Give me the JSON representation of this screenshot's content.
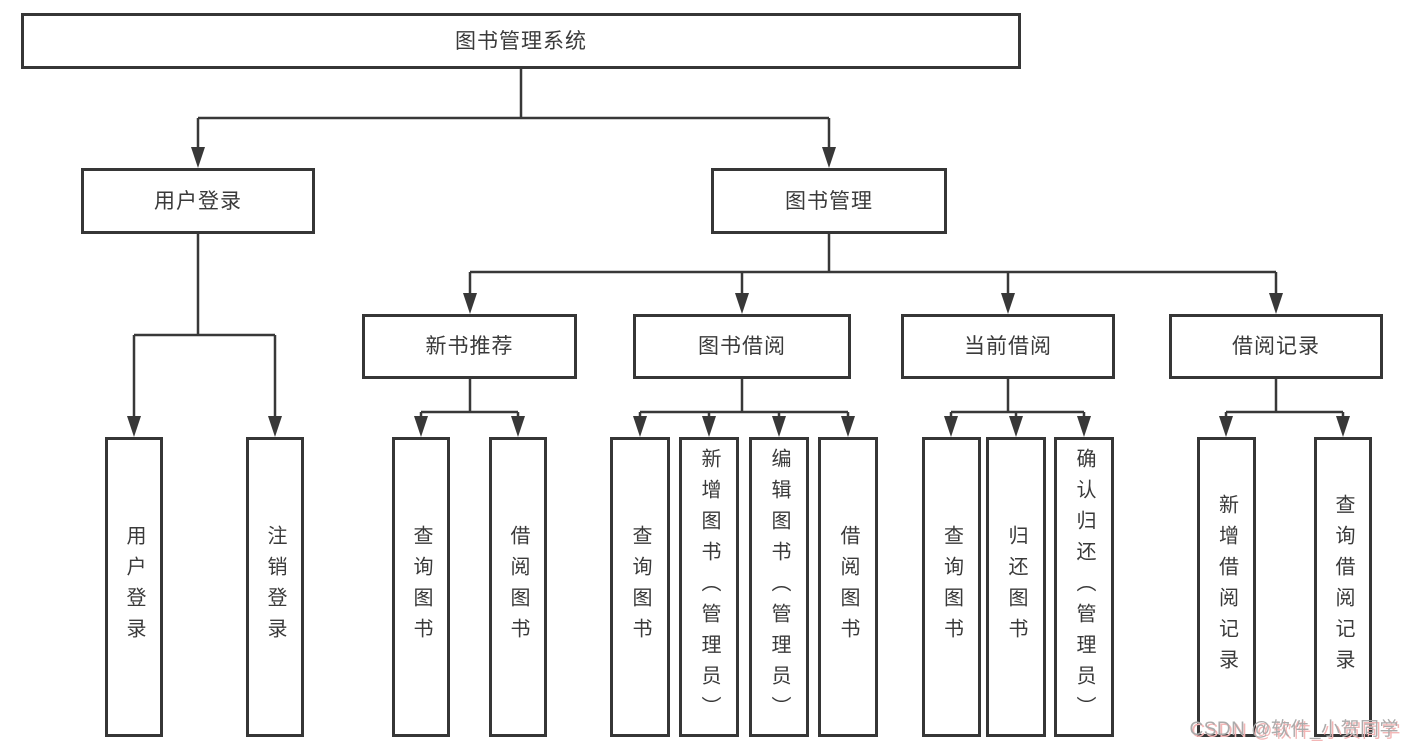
{
  "diagram": {
    "title": "图书管理系统",
    "type": "hierarchy",
    "nodes": {
      "root": {
        "label": "图书管理系统"
      },
      "user_login": {
        "label": "用户登录"
      },
      "book_mgmt": {
        "label": "图书管理"
      },
      "new_book_rec": {
        "label": "新书推荐"
      },
      "book_borrow": {
        "label": "图书借阅"
      },
      "current_borrow": {
        "label": "当前借阅"
      },
      "borrow_record": {
        "label": "借阅记录"
      },
      "leaf_user_login": {
        "label": "用户登录"
      },
      "leaf_logout": {
        "label": "注销登录"
      },
      "leaf_nbr_query": {
        "label": "查询图书"
      },
      "leaf_nbr_borrow": {
        "label": "借阅图书"
      },
      "leaf_bb_query": {
        "label": "查询图书"
      },
      "leaf_bb_add": {
        "label": "新增图书（管理员）"
      },
      "leaf_bb_edit": {
        "label": "编辑图书（管理员）"
      },
      "leaf_bb_borrow": {
        "label": "借阅图书"
      },
      "leaf_cb_query": {
        "label": "查询图书"
      },
      "leaf_cb_return": {
        "label": "归还图书"
      },
      "leaf_cb_confirm": {
        "label": "确认归还（管理员）"
      },
      "leaf_br_add": {
        "label": "新增借阅记录"
      },
      "leaf_br_query": {
        "label": "查询借阅记录"
      }
    },
    "edges": [
      {
        "from": "root",
        "to": [
          "user_login",
          "book_mgmt"
        ]
      },
      {
        "from": "user_login",
        "to": [
          "leaf_user_login",
          "leaf_logout"
        ]
      },
      {
        "from": "book_mgmt",
        "to": [
          "new_book_rec",
          "book_borrow",
          "current_borrow",
          "borrow_record"
        ]
      },
      {
        "from": "new_book_rec",
        "to": [
          "leaf_nbr_query",
          "leaf_nbr_borrow"
        ]
      },
      {
        "from": "book_borrow",
        "to": [
          "leaf_bb_query",
          "leaf_bb_add",
          "leaf_bb_edit",
          "leaf_bb_borrow"
        ]
      },
      {
        "from": "current_borrow",
        "to": [
          "leaf_cb_query",
          "leaf_cb_return",
          "leaf_cb_confirm"
        ]
      },
      {
        "from": "borrow_record",
        "to": [
          "leaf_br_add",
          "leaf_br_query"
        ]
      }
    ],
    "colors": {
      "line": "#383838",
      "box_border": "#363636",
      "text": "#3a3a3a",
      "background": "#ffffff"
    }
  },
  "watermark": {
    "text": "CSDN @软件_小贺同学",
    "gray": "#ababab",
    "pink": "#f3b6b6"
  }
}
